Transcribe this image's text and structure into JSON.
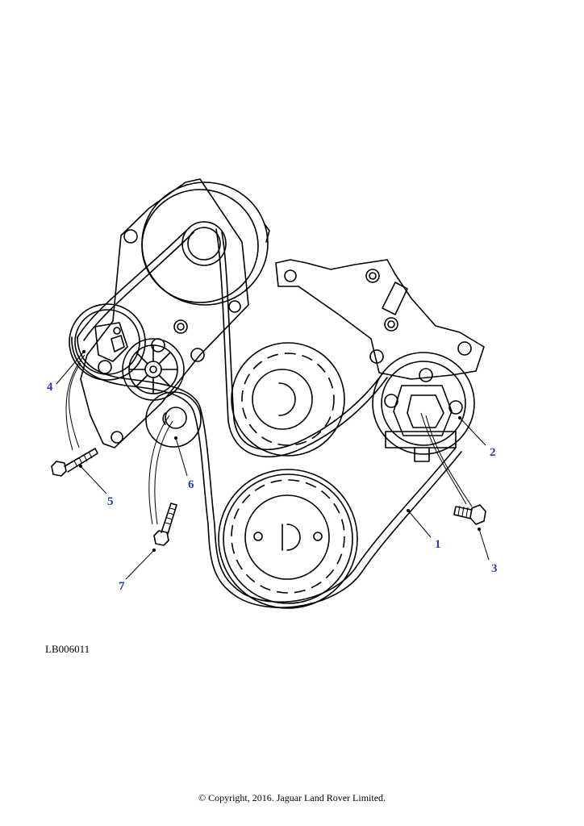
{
  "diagram": {
    "callouts": {
      "c1": "1",
      "c2": "2",
      "c3": "3",
      "c4": "4",
      "c5": "5",
      "c6": "6",
      "c7": "7"
    },
    "reference_code": "LB006011",
    "copyright": "© Copyright, 2016. Jaguar Land Rover Limited."
  },
  "colors": {
    "callout": "#1f3bbf",
    "line": "#000000",
    "background": "#ffffff"
  }
}
